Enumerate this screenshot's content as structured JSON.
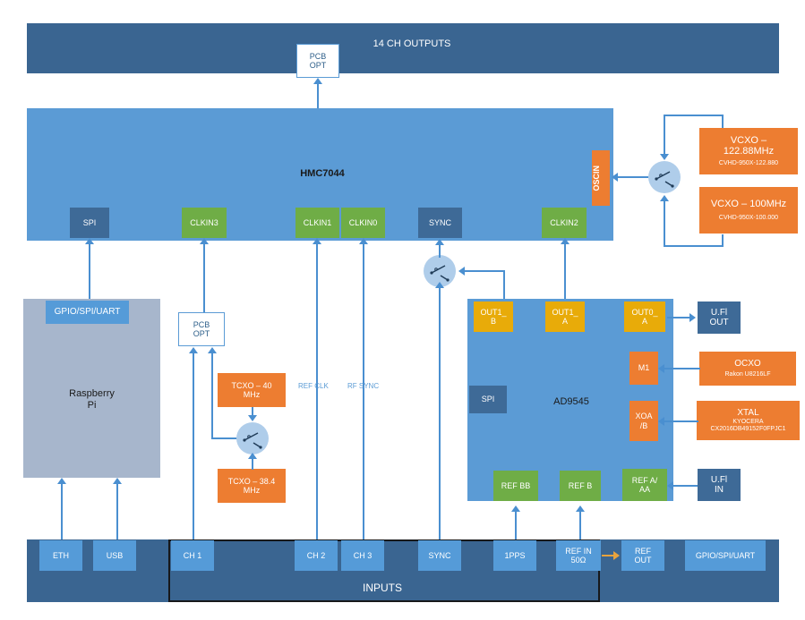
{
  "diagram": {
    "title": "Clock distribution and synchronisation block diagram",
    "colors": {
      "dark_bar": "#3A6591",
      "chip_blue": "#5B9BD5",
      "port_steel": "#3E6A97",
      "port_green": "#6FAD46",
      "osc_orange": "#ED7D31",
      "out_gold": "#E8AB09",
      "rpi_grey": "#A7B6CC",
      "wire_blue": "#4A8FD0",
      "wire_gold": "#E8A33D",
      "frame_black": "#17181A"
    }
  },
  "output_bar": {
    "label": "14 CH OUTPUTS",
    "pcb_opt": "PCB\nOPT",
    "pcb_opt_line1": "PCB",
    "pcb_opt_line2": "OPT"
  },
  "hmc7044": {
    "name": "HMC7044",
    "oscin_port": "OSCIN",
    "ports": [
      {
        "label": "SPI",
        "kind": "steel"
      },
      {
        "label": "CLKIN3",
        "kind": "green"
      },
      {
        "label": "CLKIN1",
        "kind": "green"
      },
      {
        "label": "CLKIN0",
        "kind": "green"
      },
      {
        "label": "SYNC",
        "kind": "steel"
      },
      {
        "label": "CLKIN2",
        "kind": "green"
      }
    ]
  },
  "vcxo": [
    {
      "title": "VCXO –",
      "title2": "122.88MHz",
      "part": "CVHD-950X-122.880"
    },
    {
      "title": "VCXO – 100MHz",
      "title2": "",
      "part": "CVHD-950X-100.000"
    }
  ],
  "raspberry_pi": {
    "name_line1": "Raspberry",
    "name_line2": "Pi",
    "header_port": "GPIO/SPI/UART"
  },
  "pcb_opt_mid": {
    "line1": "PCB",
    "line2": "OPT"
  },
  "tcxo": [
    {
      "line1": "TCXO – 40",
      "line2": "MHz"
    },
    {
      "line1": "TCXO – 38.4",
      "line2": "MHz"
    }
  ],
  "path_labels": {
    "ref_clk": "REF CLK",
    "rf_sync": "RF SYNC"
  },
  "ad9545": {
    "name": "AD9545",
    "spi_port": "SPI",
    "outputs": [
      {
        "line1": "OUT1_",
        "line2": "B"
      },
      {
        "line1": "OUT1_",
        "line2": "A"
      },
      {
        "line1": "OUT0_",
        "line2": "A"
      }
    ],
    "side_ports": [
      {
        "line1": "M1",
        "line2": ""
      },
      {
        "line1": "XOA",
        "line2": "/B"
      }
    ],
    "ref_ports": [
      {
        "line1": "REF BB",
        "line2": ""
      },
      {
        "line1": "REF B",
        "line2": ""
      },
      {
        "line1": "REF A/",
        "line2": "AA"
      }
    ]
  },
  "peripherals": {
    "ufl_out": {
      "line1": "U.Fl",
      "line2": "OUT"
    },
    "ufl_in": {
      "line1": "U.Fl",
      "line2": "IN"
    },
    "ocxo": {
      "title": "OCXO",
      "part": "Rakon U8216LF"
    },
    "xtal": {
      "title": "XTAL",
      "vendor": "KYOCERA",
      "part": "CX2016DB49152F0FPJC1"
    }
  },
  "bottom_bar": {
    "inputs_caption": "INPUTS",
    "ports": [
      {
        "label": "ETH",
        "sub": "",
        "group": "outside"
      },
      {
        "label": "USB",
        "sub": "",
        "group": "outside"
      },
      {
        "label": "CH 1",
        "sub": "",
        "group": "inputs"
      },
      {
        "label": "CH 2",
        "sub": "",
        "group": "inputs"
      },
      {
        "label": "CH 3",
        "sub": "",
        "group": "inputs"
      },
      {
        "label": "SYNC",
        "sub": "",
        "group": "inputs"
      },
      {
        "label": "1PPS",
        "sub": "",
        "group": "inputs"
      },
      {
        "label": "REF IN",
        "sub": "50Ω",
        "group": "inputs"
      },
      {
        "label": "REF",
        "sub": "OUT",
        "group": "outside"
      },
      {
        "label": "GPIO/SPI/UART",
        "sub": "",
        "group": "outside"
      }
    ]
  }
}
